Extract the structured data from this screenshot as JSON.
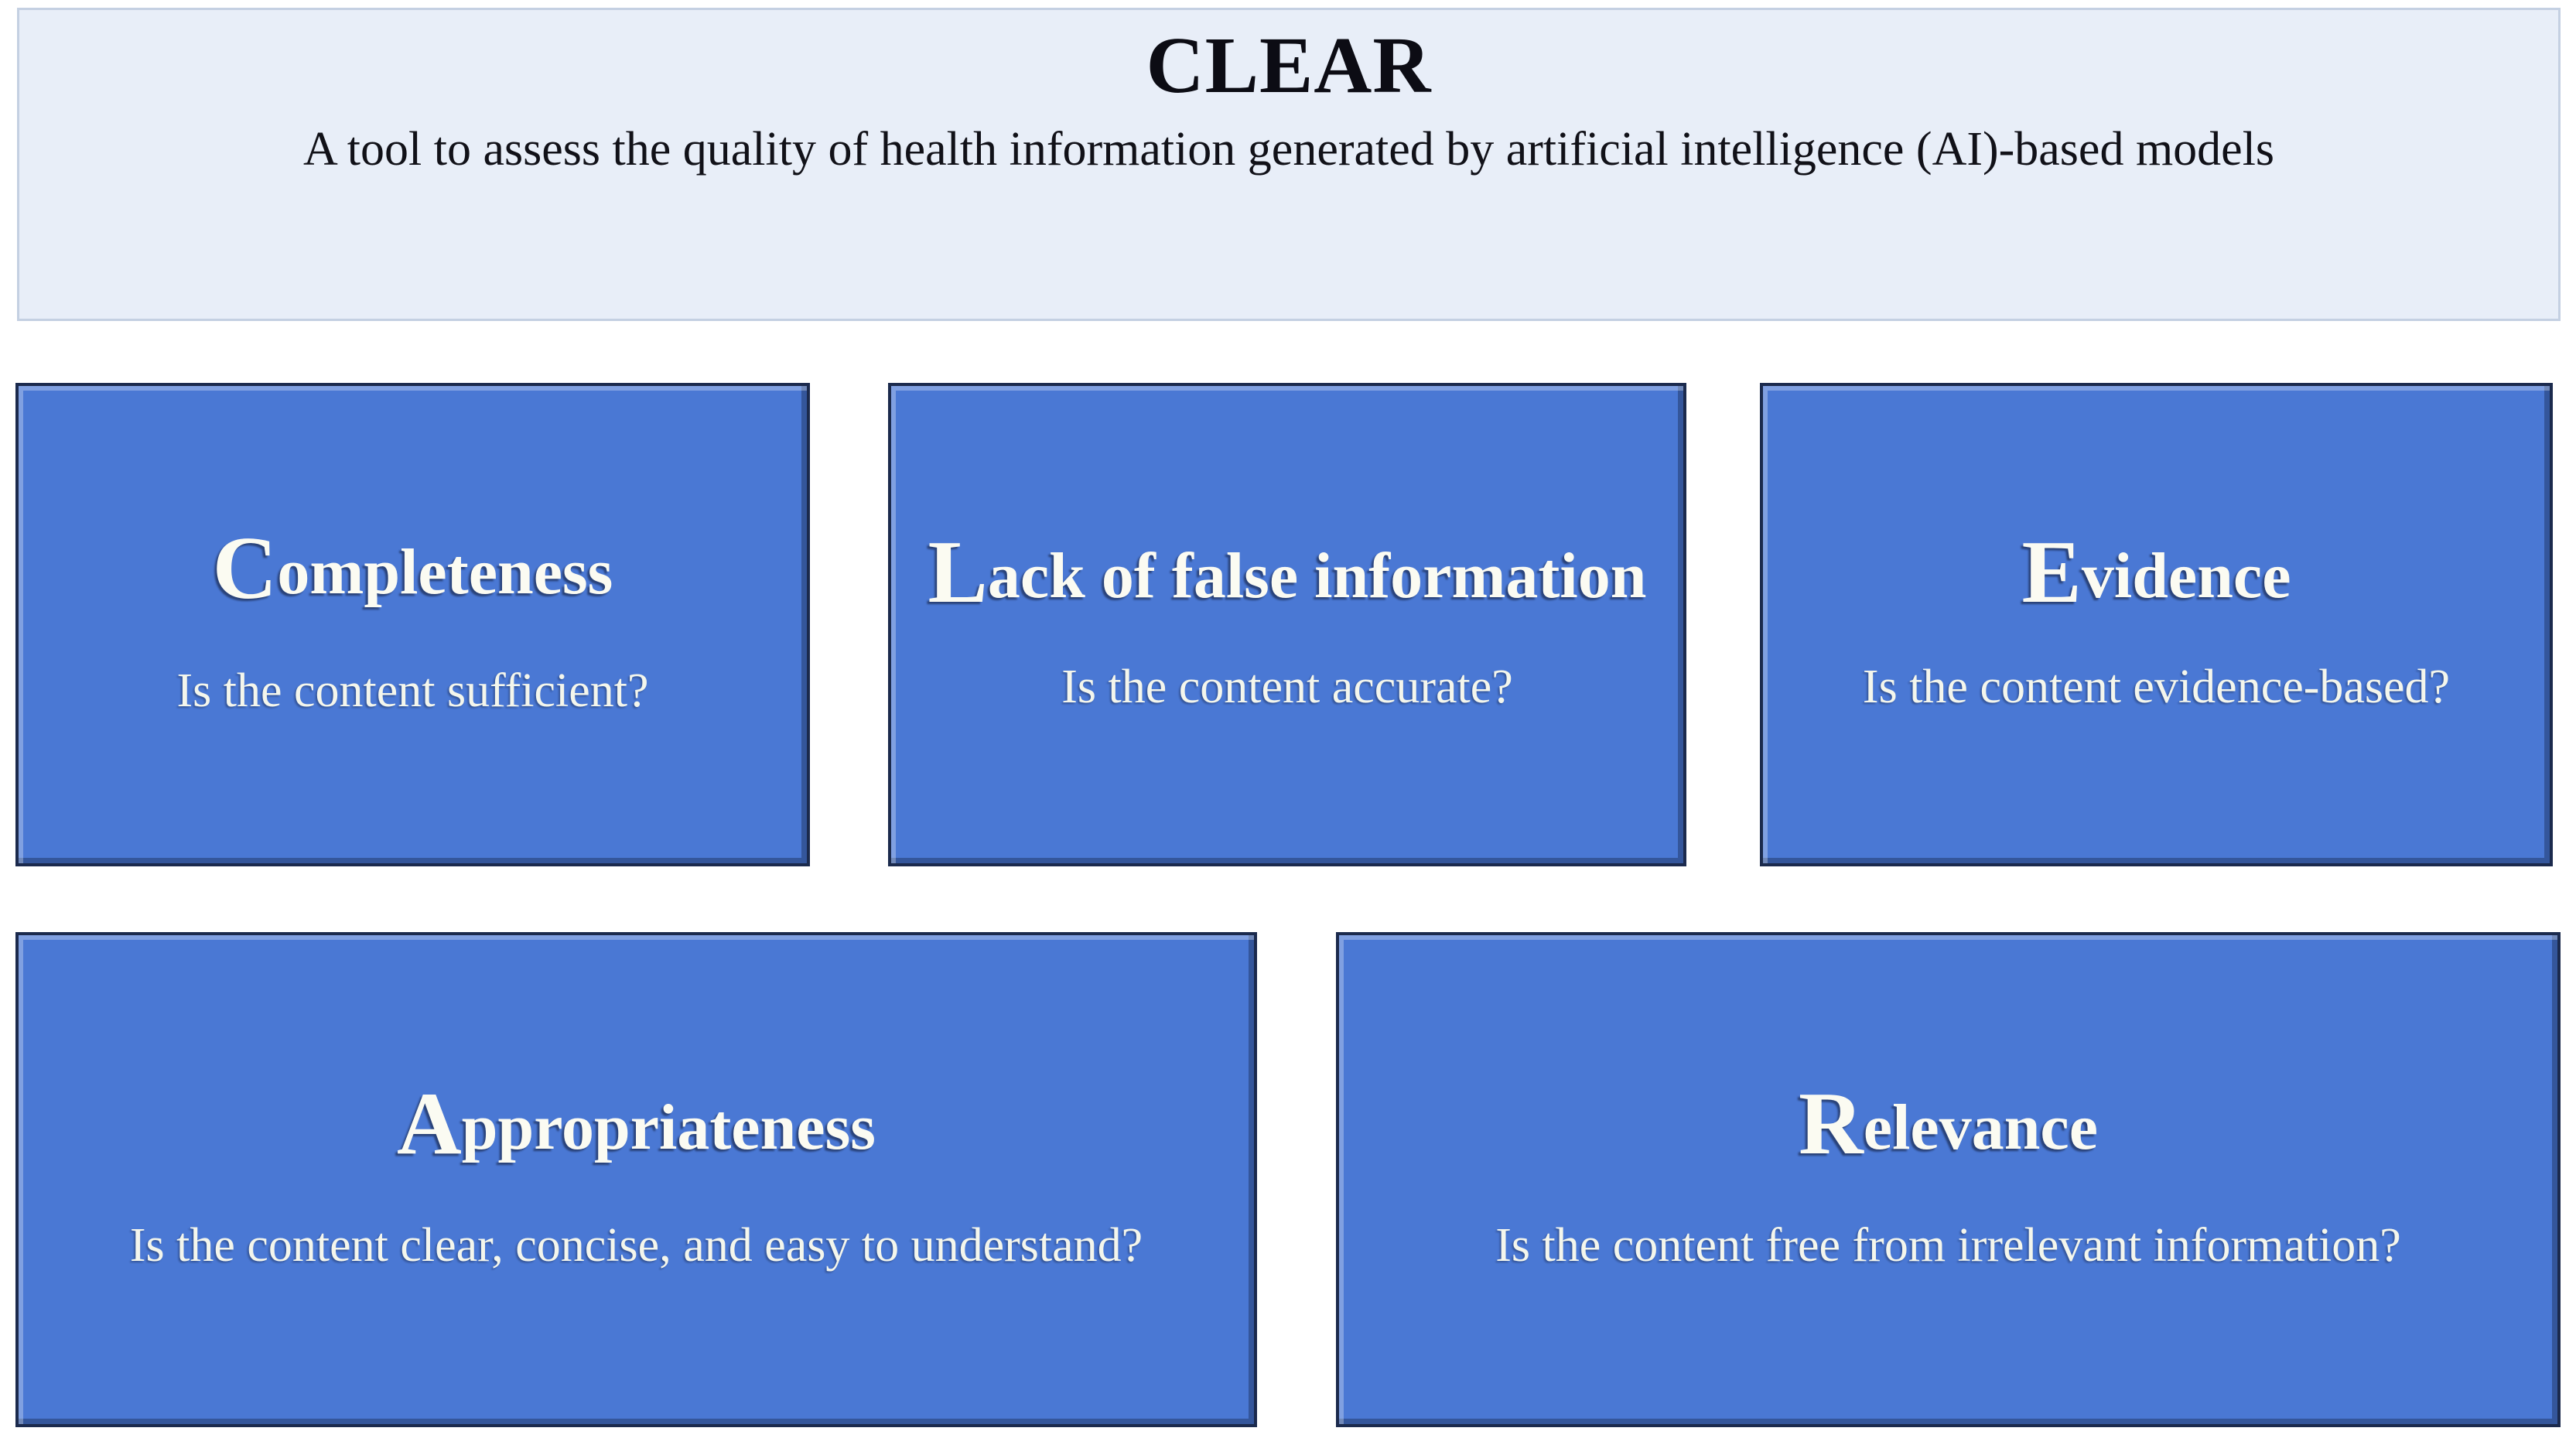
{
  "header": {
    "title": "CLEAR",
    "subtitle": "A tool to assess the quality of health information generated by artificial intelligence (AI)-based models",
    "background_color": "#e8eef8",
    "border_color": "#c4d0e2",
    "text_color": "#0c0c14"
  },
  "theme": {
    "card_fill": "#4a78d4",
    "card_border": "#1b2a4d",
    "card_text": "#fbfbf2",
    "page_background": "#ffffff"
  },
  "cards": [
    {
      "id": "completeness",
      "acronym_letter": "C",
      "title_rest": "ompleteness",
      "title_full": "Completeness",
      "description": "Is the content sufficient?",
      "row": 1,
      "column": 1
    },
    {
      "id": "lack-of-false-information",
      "acronym_letter": "L",
      "title_rest": "ack of false information",
      "title_full": "Lack of false information",
      "description": "Is the content accurate?",
      "row": 1,
      "column": 2
    },
    {
      "id": "evidence",
      "acronym_letter": "E",
      "title_rest": "vidence",
      "title_full": "Evidence",
      "description": "Is the content evidence-based?",
      "row": 1,
      "column": 3
    },
    {
      "id": "appropriateness",
      "acronym_letter": "A",
      "title_rest": "ppropriateness",
      "title_full": "Appropriateness",
      "description": "Is the content clear, concise, and easy to understand?",
      "row": 2,
      "column": 1
    },
    {
      "id": "relevance",
      "acronym_letter": "R",
      "title_rest": "elevance",
      "title_full": "Relevance",
      "description": "Is the content free from irrelevant information?",
      "row": 2,
      "column": 2
    }
  ]
}
